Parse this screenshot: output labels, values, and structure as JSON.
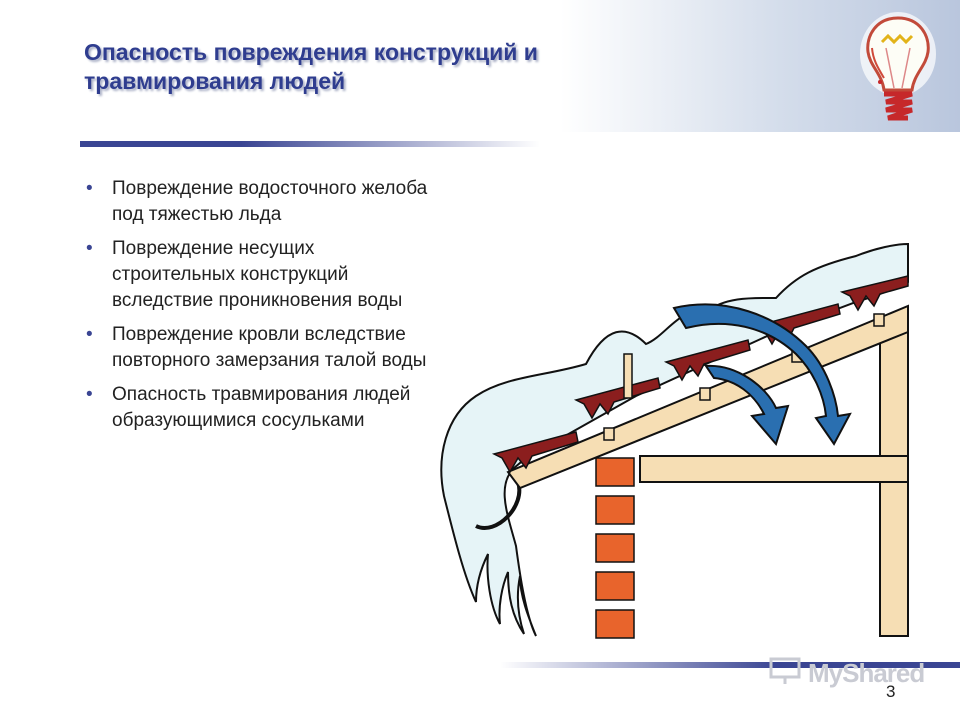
{
  "slide": {
    "title": "Опасность повреждения конструкций и травмирования людей",
    "bullets": [
      "Повреждение водосточного желоба под тяжестью льда",
      "Повреждение несущих строительных конструкций вследствие проникновения воды",
      "Повреждение кровли вследствие повторного замерзания талой воды",
      "Опасность травмирования людей образующимися сосульками"
    ],
    "page_number": "3",
    "watermark": "MyShared"
  },
  "colors": {
    "title": "#2f3d8f",
    "accent_rule": "#3a4593",
    "ice": "#e6f4f7",
    "wood": "#f6deb4",
    "brick": "#e8642c",
    "arrow": "#2a6fb0",
    "roof_tile": "#8b1e1e"
  },
  "icons": {
    "header": "lightbulb-icon",
    "watermark": "presentation-board-icon"
  }
}
